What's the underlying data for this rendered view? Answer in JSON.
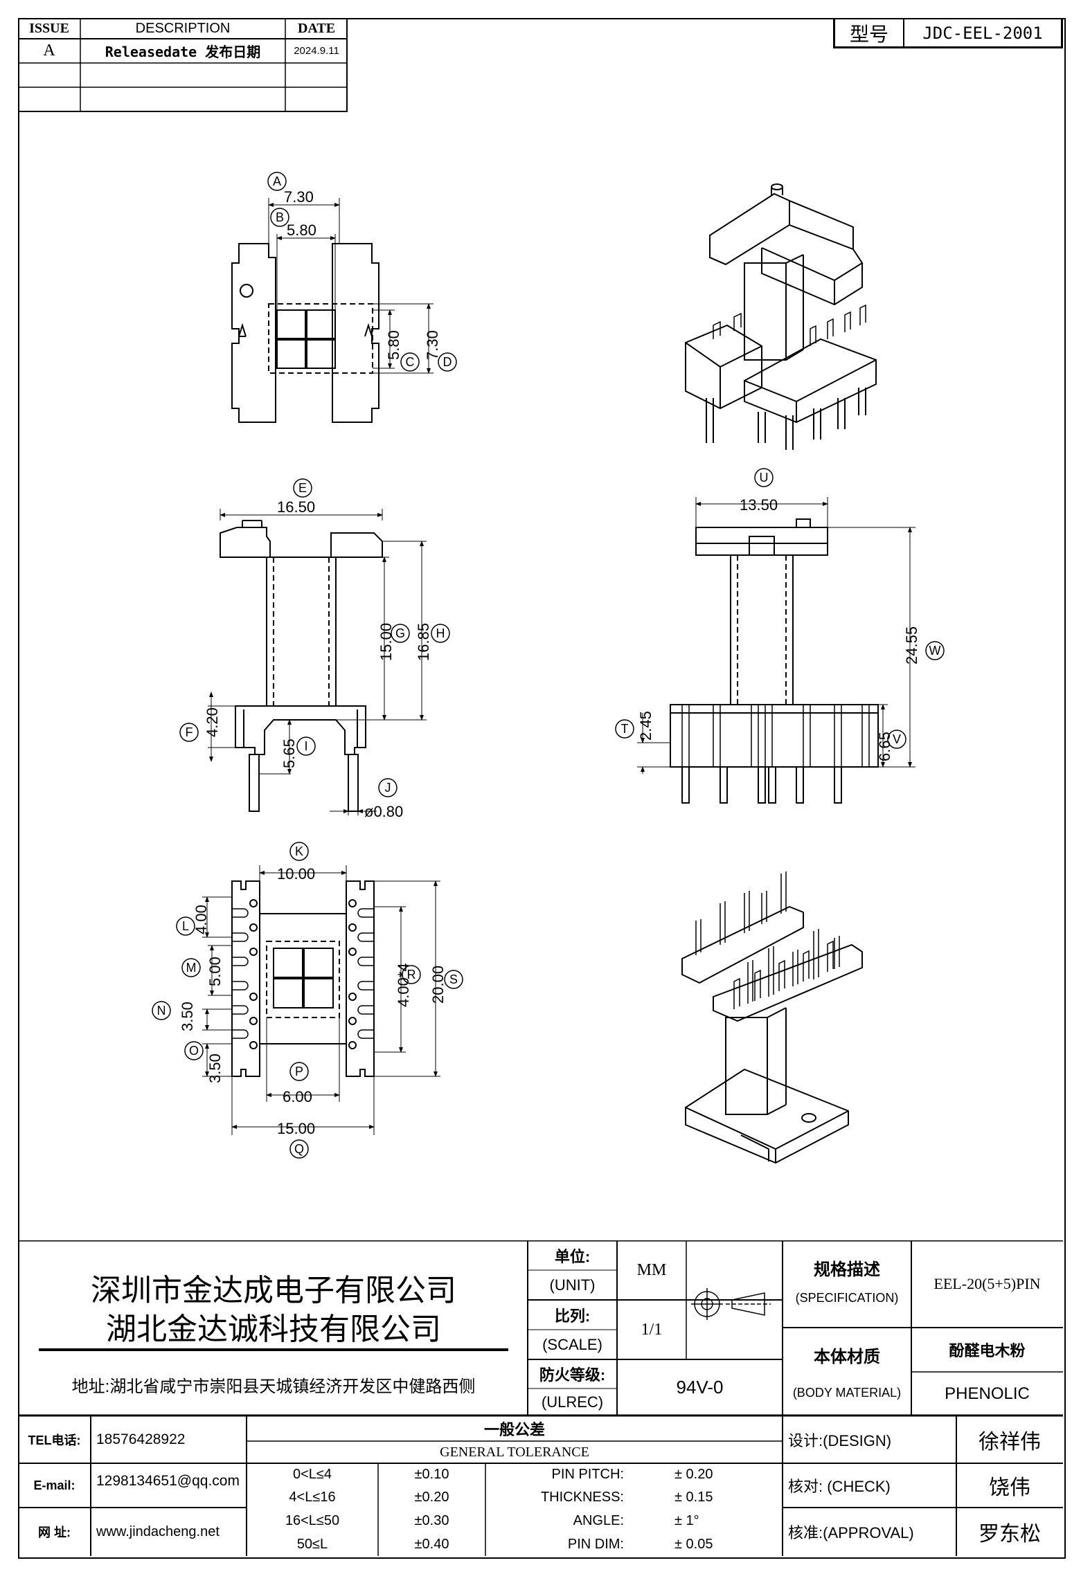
{
  "revision": {
    "headers": [
      "ISSUE",
      "DESCRIPTION",
      "DATE"
    ],
    "rows": [
      {
        "issue": "A",
        "description": "Releasedate 发布日期",
        "date": "2024.9.11"
      },
      {
        "issue": "",
        "description": "",
        "date": ""
      },
      {
        "issue": "",
        "description": "",
        "date": ""
      }
    ]
  },
  "model": {
    "label": "型号",
    "value": "JDC-EEL-2001"
  },
  "dims": {
    "A": "7.30",
    "B": "5.80",
    "C": "5.80",
    "D": "7.30",
    "E": "16.50",
    "F": "4.20",
    "G": "15.00",
    "H": "16.85",
    "I": "5.65",
    "J": "ø0.80",
    "U": "13.50",
    "T": "2.45",
    "V": "6.65",
    "W": "24.55",
    "K": "10.00",
    "L": "4.00",
    "M": "5.00",
    "N": "3.50",
    "O": "3.50",
    "P": "6.00",
    "Q": "15.00",
    "R": "4.00*4",
    "S": "20.00"
  },
  "dim_letters": [
    "A",
    "B",
    "C",
    "D",
    "E",
    "F",
    "G",
    "H",
    "I",
    "J",
    "U",
    "T",
    "V",
    "W",
    "K",
    "L",
    "M",
    "N",
    "O",
    "P",
    "Q",
    "R",
    "S"
  ],
  "company": {
    "name1": "深圳市金达成电子有限公司",
    "name2": "湖北金达诚科技有限公司",
    "address": "地址:湖北省咸宁市崇阳县天城镇经济开发区中健路西侧"
  },
  "title_block": {
    "unit_label": "单位:",
    "unit_label_en": "(UNIT)",
    "unit_value": "MM",
    "scale_label": "比列:",
    "scale_label_en": "(SCALE)",
    "scale_value": "1/1",
    "ul_label": "防火等级:",
    "ul_label_en": "(ULREC)",
    "ul_value": "94V-0",
    "spec_label": "规格描述",
    "spec_label_en": "(SPECIFICATION)",
    "spec_value": "EEL-20(5+5)PIN",
    "material_label": "本体材质",
    "material_label_en": "(BODY MATERIAL)",
    "material_value_cn": "酚醛电木粉",
    "material_value_en": "PHENOLIC"
  },
  "contact": {
    "tel_label": "TEL电话:",
    "tel": "18576428922",
    "email_label": "E-mail:",
    "email": "1298134651@qq.com",
    "web_label": "网  址:",
    "web": "www.jindacheng.net"
  },
  "tolerance": {
    "title_cn": "一般公差",
    "title_en": "GENERAL TOLERANCE",
    "ranges": [
      {
        "range": "0<L≤4",
        "tol": "±0.10"
      },
      {
        "range": "4<L≤16",
        "tol": "±0.20"
      },
      {
        "range": "16<L≤50",
        "tol": "±0.30"
      },
      {
        "range": "50≤L",
        "tol": "±0.40"
      }
    ],
    "specials": [
      {
        "name": "PIN PITCH:",
        "tol": "±  0.20"
      },
      {
        "name": "THICKNESS:",
        "tol": "±  0.15"
      },
      {
        "name": "ANGLE:",
        "tol": "±  1°"
      },
      {
        "name": "PIN DIM:",
        "tol": "±  0.05"
      }
    ]
  },
  "approvals": {
    "design_label": "设计:(DESIGN)",
    "design": "徐祥伟",
    "check_label": "核对: (CHECK)",
    "check": "饶伟",
    "approval_label": "核准:(APPROVAL)",
    "approval": "罗东松"
  }
}
